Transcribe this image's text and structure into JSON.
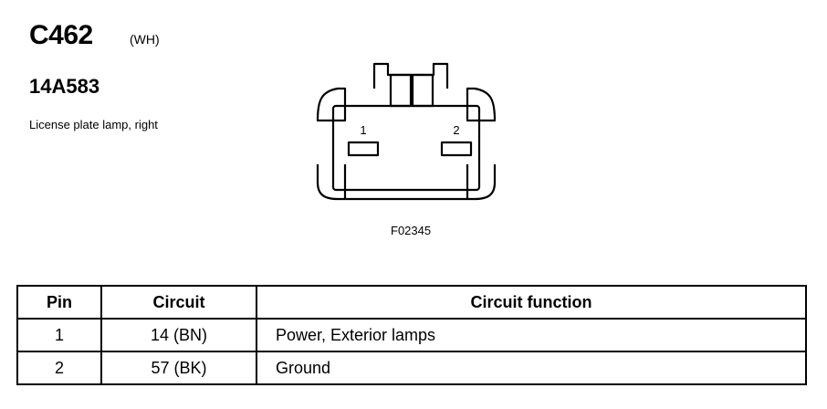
{
  "connector": {
    "id": "C462",
    "color": "(WH)",
    "part_number": "14A583",
    "description": "License plate lamp, right",
    "figure_id": "F02345",
    "pin_labels": [
      "1",
      "2"
    ]
  },
  "table": {
    "headers": [
      "Pin",
      "Circuit",
      "Circuit function"
    ],
    "rows": [
      [
        "1",
        "14 (BN)",
        "Power, Exterior lamps"
      ],
      [
        "2",
        "57 (BK)",
        "Ground"
      ]
    ]
  }
}
